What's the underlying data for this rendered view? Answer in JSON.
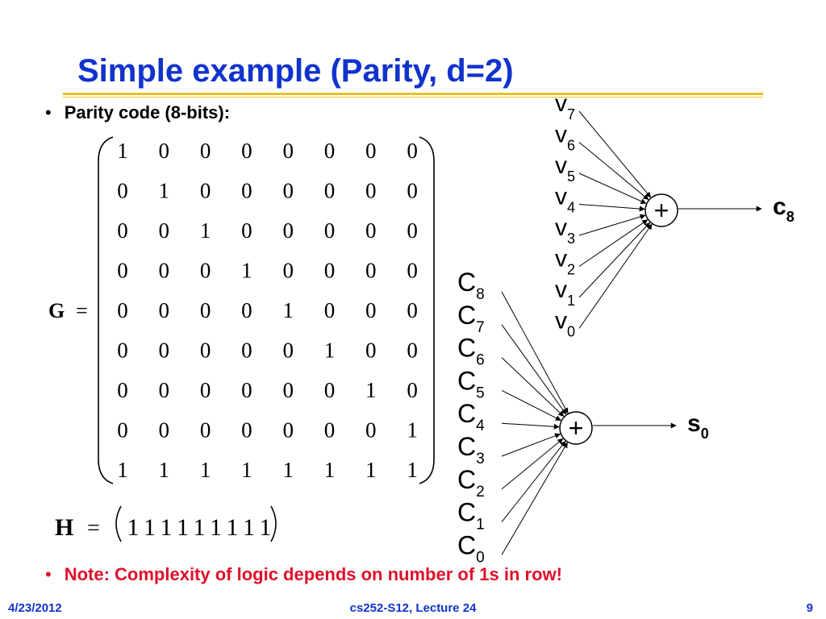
{
  "title": "Simple example (Parity, d=2)",
  "bullet_point": "Parity code (8-bits):",
  "generator_matrix": {
    "label": "G",
    "equals": "=",
    "rows": [
      [
        1,
        0,
        0,
        0,
        0,
        0,
        0,
        0
      ],
      [
        0,
        1,
        0,
        0,
        0,
        0,
        0,
        0
      ],
      [
        0,
        0,
        1,
        0,
        0,
        0,
        0,
        0
      ],
      [
        0,
        0,
        0,
        1,
        0,
        0,
        0,
        0
      ],
      [
        0,
        0,
        0,
        0,
        1,
        0,
        0,
        0
      ],
      [
        0,
        0,
        0,
        0,
        0,
        1,
        0,
        0
      ],
      [
        0,
        0,
        0,
        0,
        0,
        0,
        1,
        0
      ],
      [
        0,
        0,
        0,
        0,
        0,
        0,
        0,
        1
      ],
      [
        1,
        1,
        1,
        1,
        1,
        1,
        1,
        1
      ]
    ]
  },
  "check_matrix": {
    "label": "H",
    "equals": "=",
    "row": [
      1,
      1,
      1,
      1,
      1,
      1,
      1,
      1,
      1
    ]
  },
  "encoder": {
    "input_letter": "v",
    "input_subscripts": [
      "7",
      "6",
      "5",
      "4",
      "3",
      "2",
      "1",
      "0"
    ],
    "gate_symbol": "+",
    "output_letter": "c",
    "output_subscript": "8"
  },
  "checker": {
    "input_letter": "C",
    "input_subscripts": [
      "8",
      "7",
      "6",
      "5",
      "4",
      "3",
      "2",
      "1",
      "0"
    ],
    "gate_symbol": "+",
    "output_letter": "s",
    "output_subscript": "0"
  },
  "note": "Note: Complexity of logic depends on number of 1s in row!",
  "footer": {
    "date": "4/23/2012",
    "course": "cs252-S12, Lecture 24",
    "page": "9"
  },
  "colors": {
    "title": "#1133cc",
    "rule": "#e8c020",
    "note": "#e0102a",
    "footer": "#1133cc"
  }
}
